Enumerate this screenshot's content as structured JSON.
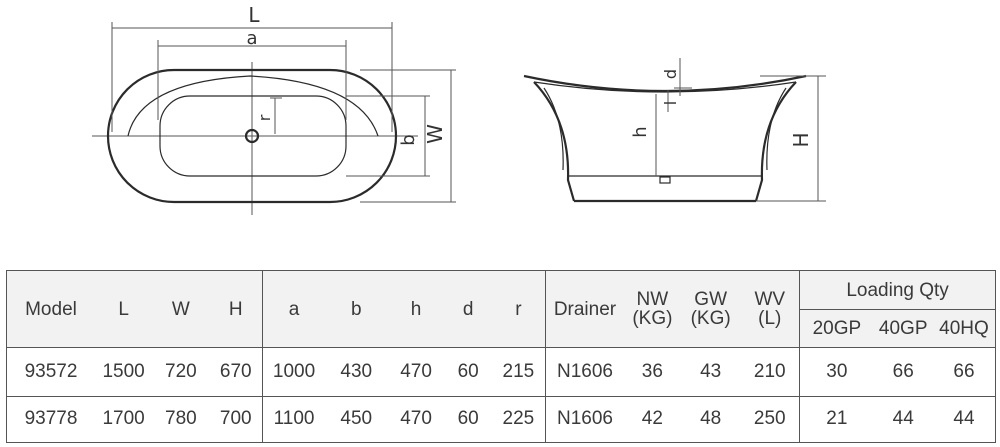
{
  "drawing": {
    "top_view_labels": {
      "L": "L",
      "a": "a",
      "r": "r",
      "b": "b",
      "W": "W"
    },
    "side_view_labels": {
      "d": "d",
      "l": "l",
      "h": "h",
      "H": "H"
    }
  },
  "table": {
    "headers": {
      "model": "Model",
      "L": "L",
      "W": "W",
      "H": "H",
      "a": "a",
      "b": "b",
      "h": "h",
      "d": "d",
      "r": "r",
      "drainer": "Drainer",
      "nw": "NW",
      "nw_unit": "(KG)",
      "gw": "GW",
      "gw_unit": "(KG)",
      "wv": "WV",
      "wv_unit": "(L)",
      "loading": "Loading Qty",
      "gp20": "20GP",
      "gp40": "40GP",
      "hq40": "40HQ"
    },
    "rows": [
      {
        "model": "93572",
        "L": "1500",
        "W": "720",
        "H": "670",
        "a": "1000",
        "b": "430",
        "h": "470",
        "d": "60",
        "r": "215",
        "drainer": "N1606",
        "nw": "36",
        "gw": "43",
        "wv": "210",
        "gp20": "30",
        "gp40": "66",
        "hq40": "66"
      },
      {
        "model": "93778",
        "L": "1700",
        "W": "780",
        "H": "700",
        "a": "1100",
        "b": "450",
        "h": "470",
        "d": "60",
        "r": "225",
        "drainer": "N1606",
        "nw": "42",
        "gw": "48",
        "wv": "250",
        "gp20": "21",
        "gp40": "44",
        "hq40": "44"
      }
    ]
  }
}
